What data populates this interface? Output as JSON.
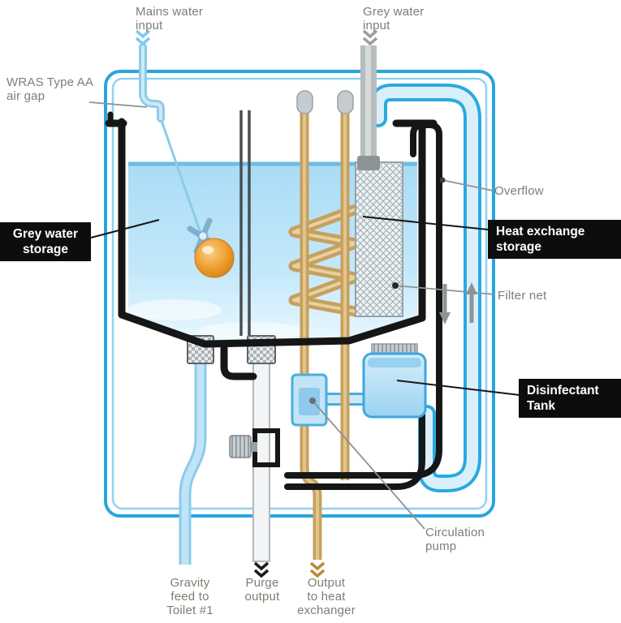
{
  "colors": {
    "enclosure_blue": "#29a5dd",
    "water_blue": "#a9dcf6",
    "copper_pipe": "#c6a05e",
    "grey_pipe": "#b7bcbd",
    "blue_pipe": "#8ecbe9",
    "black_pipe": "#161616",
    "float_ball_orange": "#eda02f",
    "label_box_bg": "#0d0d0d",
    "label_text_grey": "#7b7f72"
  },
  "labels": {
    "mains_input": [
      "Mains water",
      "input"
    ],
    "grey_input": [
      "Grey water",
      "input"
    ],
    "wras_air_gap": [
      "WRAS Type AA",
      "air gap"
    ],
    "grey_water_storage": [
      "Grey water",
      "storage"
    ],
    "heat_exchange_storage": [
      "Heat exchange",
      "storage"
    ],
    "overflow": "Overflow",
    "filter_net": "Filter net",
    "disinfectant_tank": [
      "Disinfectant",
      "Tank"
    ],
    "circulation_pump": [
      "Circulation",
      "pump"
    ],
    "gravity_feed": [
      "Gravity",
      "feed to",
      "Toilet #1"
    ],
    "purge_output": [
      "Purge",
      "output"
    ],
    "output_heat_exchanger": [
      "Output",
      "to heat",
      "exchanger"
    ]
  }
}
